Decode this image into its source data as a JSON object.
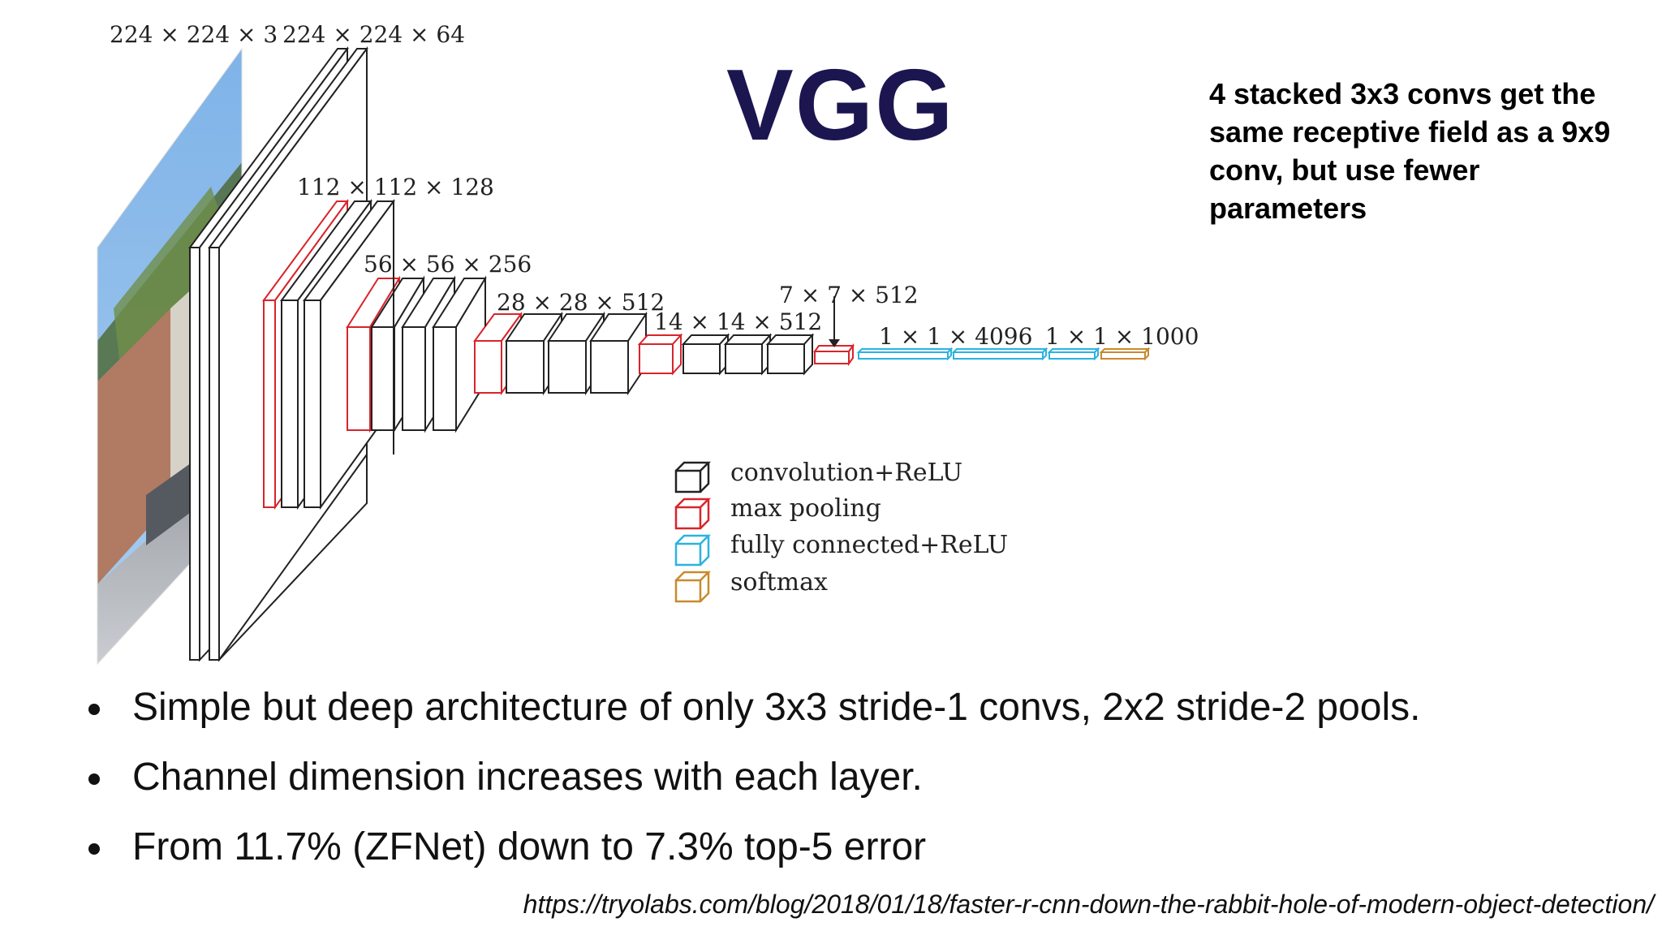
{
  "title": "VGG",
  "note": "4 stacked 3x3 convs get the same receptive field as a 9x9 conv, but use fewer parameters",
  "diagram": {
    "dimension_labels": [
      "224 × 224 × 3",
      "224 × 224 × 64",
      "112 × 112 × 128",
      "56 × 56 × 256",
      "28 × 28 × 512",
      "14 × 14 × 512",
      "7 × 7 × 512",
      "1 × 1 × 4096",
      "1 × 1 × 1000"
    ],
    "legend": [
      {
        "label": "convolution+ReLU",
        "color": "#222222"
      },
      {
        "label": "max  pooling",
        "color": "#d8242b"
      },
      {
        "label": "fully  connected+ReLU",
        "color": "#2bb3e0"
      },
      {
        "label": "softmax",
        "color": "#c88a2c"
      }
    ]
  },
  "bullets": [
    "Simple but deep architecture of only 3x3 stride-1 convs, 2x2 stride-2 pools.",
    "Channel dimension increases with each layer.",
    "From 11.7% (ZFNet) down to 7.3% top-5 error"
  ],
  "source": "https://tryolabs.com/blog/2018/01/18/faster-r-cnn-down-the-rabbit-hole-of-modern-object-detection/"
}
